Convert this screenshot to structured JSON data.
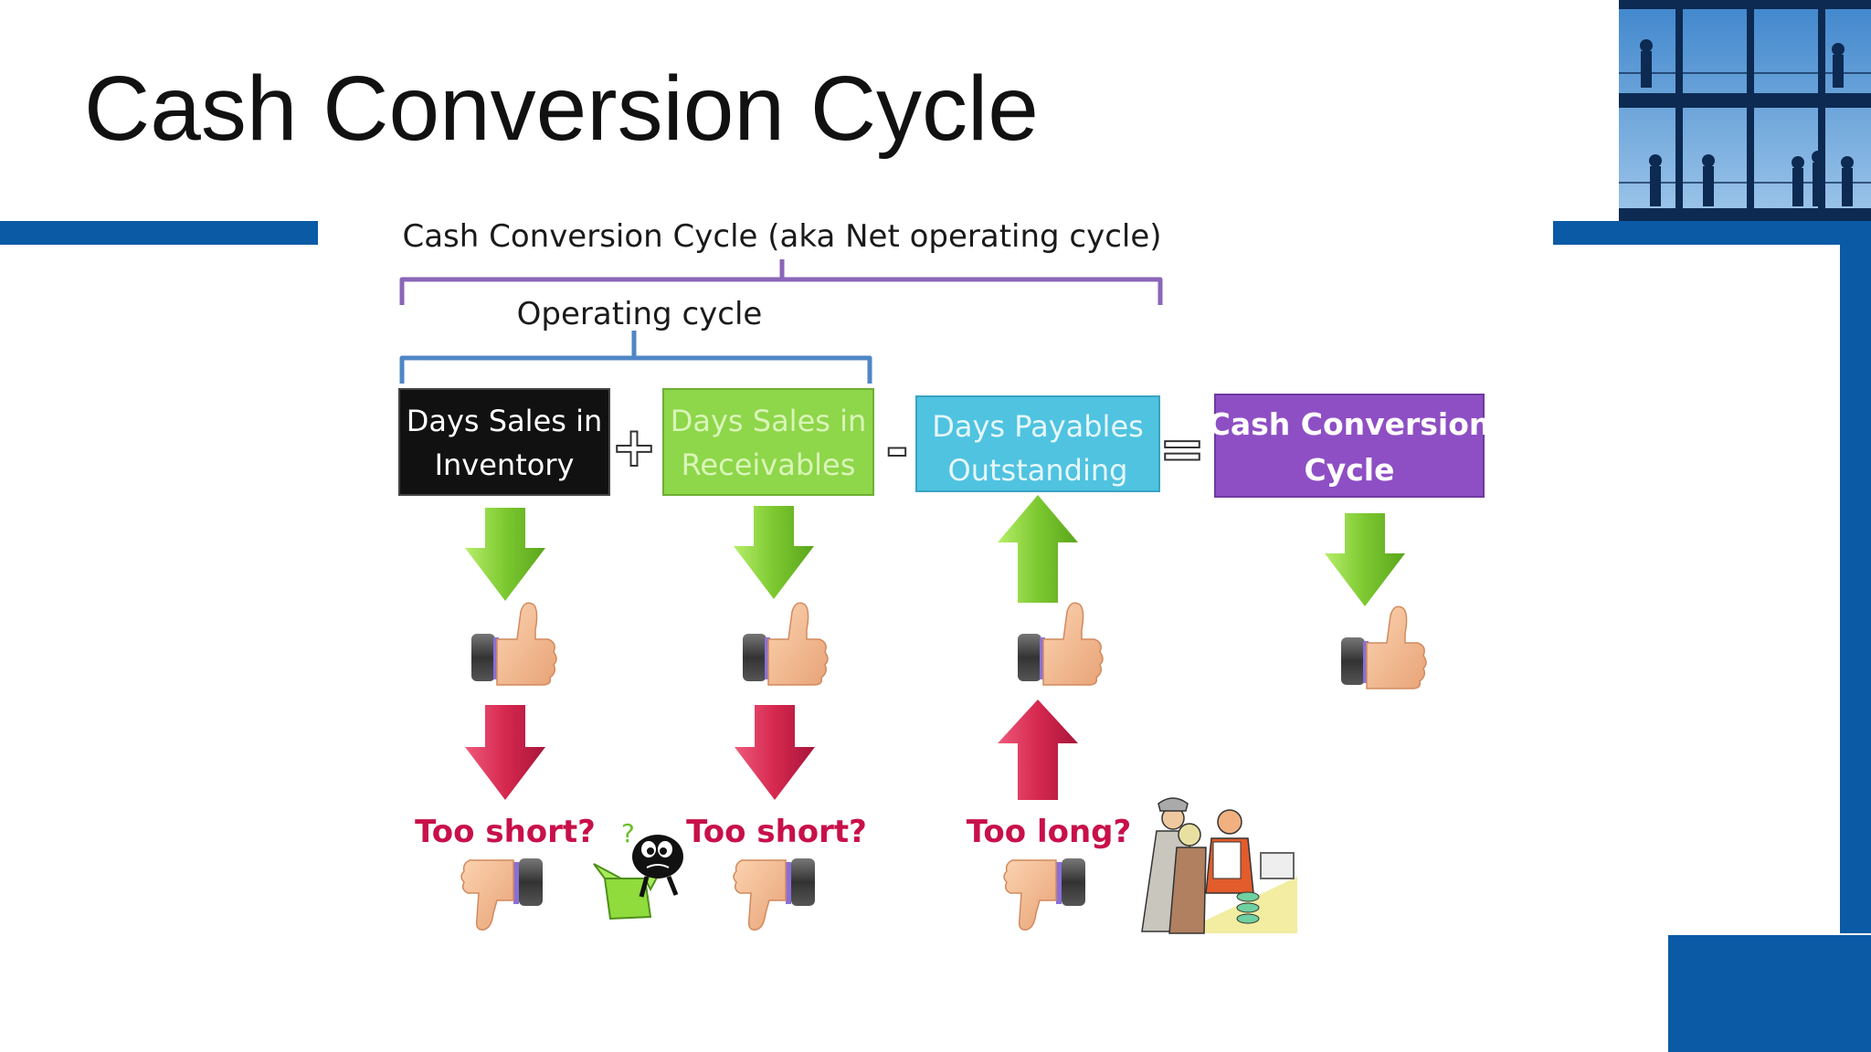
{
  "slide": {
    "title": "Cash Conversion Cycle"
  },
  "diagram": {
    "outer_bracket_label": "Cash Conversion Cycle (aka Net operating cycle)",
    "inner_bracket_label": "Operating cycle",
    "boxes": [
      {
        "line1": "Days Sales in",
        "line2": "Inventory",
        "fill": "#111111",
        "text_color": "#ffffff"
      },
      {
        "line1": "Days Sales in",
        "line2": "Receivables",
        "fill": "#8ed64a",
        "text_color": "#d9f5b8"
      },
      {
        "line1": "Days Payables",
        "line2": "Outstanding",
        "fill": "#4fc3e0",
        "text_color": "#e6f7fc"
      },
      {
        "line1": "Cash Conversion",
        "line2": "Cycle",
        "fill": "#8e4fc4",
        "text_color": "#ffffff"
      }
    ],
    "operators": [
      "+",
      "-",
      "="
    ],
    "warnings": [
      "Too short?",
      "Too short?",
      "Too long?"
    ],
    "colors": {
      "bracket_outer": "#8a66b8",
      "bracket_inner": "#4f86c6",
      "arrow_green": "#86d23a",
      "arrow_red": "#d6284f",
      "warning_text": "#c8104a",
      "accent_blue": "#0a5aa6"
    },
    "icons": [
      "thumbs-up-icon",
      "thumbs-down-icon",
      "green-arrow-down-icon",
      "red-arrow-down-icon",
      "green-arrow-up-icon",
      "red-arrow-up-icon",
      "confused-character-icon",
      "shop-counter-illustration"
    ]
  }
}
